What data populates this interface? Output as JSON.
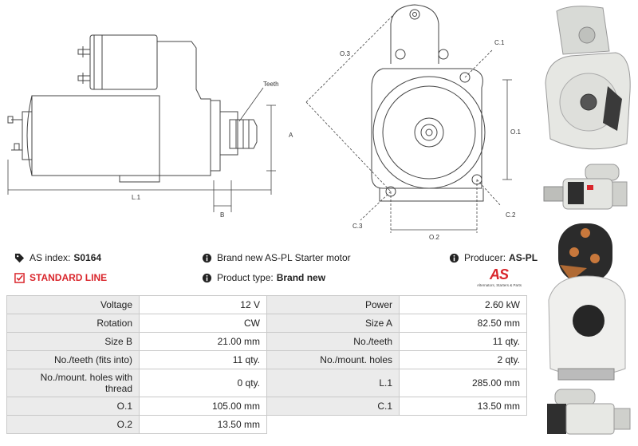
{
  "diagram": {
    "teeth": "Teeth",
    "a": "A",
    "b": "B",
    "l1": "L.1",
    "o1": "O.1",
    "o2": "O.2",
    "o3": "O.3",
    "c1": "C.1",
    "c2": "C.2",
    "c3": "C.3"
  },
  "info": {
    "as_index_label": "AS index:",
    "as_index_value": "S0164",
    "standard_line": "STANDARD LINE",
    "brand_text": "Brand new AS-PL Starter motor",
    "product_type_label": "Product type:",
    "product_type_value": "Brand new",
    "producer_label": "Producer:",
    "producer_value": "AS-PL",
    "logo_text": "AS",
    "logo_tagline": "Alternators, Starters & Parts"
  },
  "specs": [
    [
      {
        "k": "Voltage",
        "v": "12 V"
      },
      {
        "k": "Power",
        "v": "2.60 kW"
      }
    ],
    [
      {
        "k": "Rotation",
        "v": "CW"
      },
      {
        "k": "Size A",
        "v": "82.50 mm"
      }
    ],
    [
      {
        "k": "Size B",
        "v": "21.00 mm"
      },
      {
        "k": "No./teeth",
        "v": "11 qty."
      }
    ],
    [
      {
        "k": "No./teeth (fits into)",
        "v": "11 qty."
      },
      {
        "k": "No./mount. holes",
        "v": "2 qty."
      }
    ],
    [
      {
        "k": "No./mount. holes with thread",
        "v": "0 qty."
      },
      {
        "k": "L.1",
        "v": "285.00 mm"
      }
    ],
    [
      {
        "k": "O.1",
        "v": "105.00 mm"
      },
      {
        "k": "C.1",
        "v": "13.50 mm"
      }
    ],
    [
      {
        "k": "O.2",
        "v": "13.50 mm"
      },
      {
        "k": "",
        "v": ""
      }
    ]
  ],
  "colors": {
    "accent_red": "#d9262c",
    "label_bg": "#ebebeb",
    "border": "#c9c9c9"
  }
}
